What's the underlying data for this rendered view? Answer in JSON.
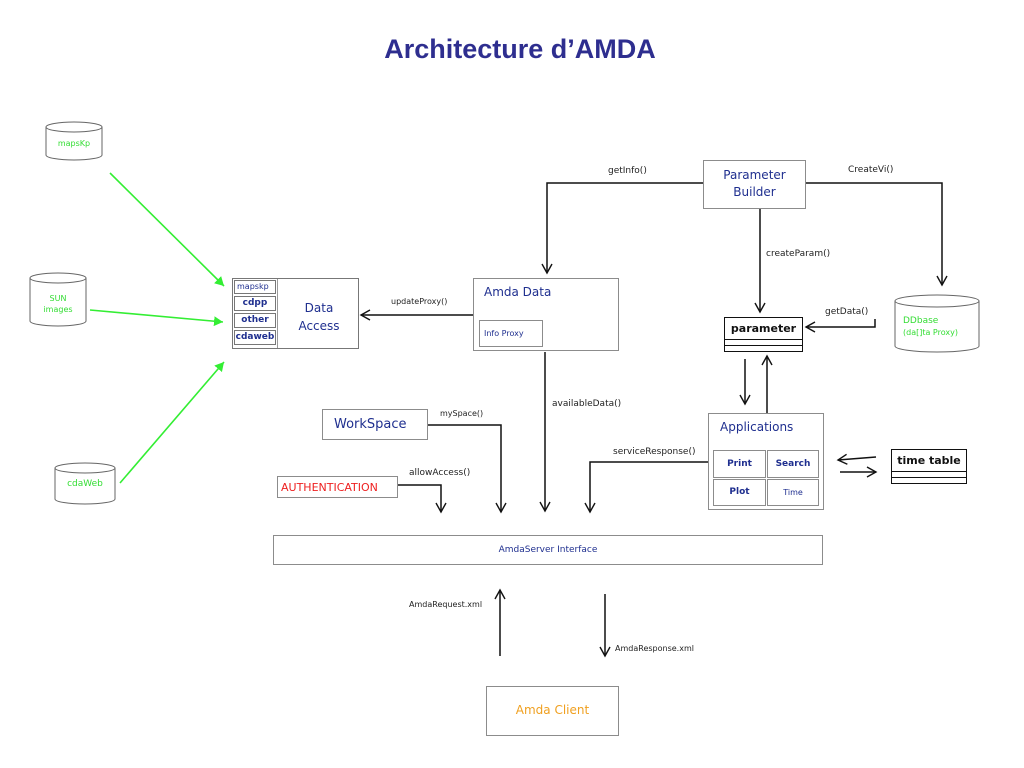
{
  "title": "Architecture d’AMDA",
  "sources": {
    "mapskp": "mapsKp",
    "sun_line1": "SUN",
    "sun_line2": "images",
    "cdaweb": "cdaWeb"
  },
  "data_access": {
    "items": [
      "mapskp",
      "cdpp",
      "other",
      "cdaweb"
    ],
    "label_line1": "Data",
    "label_line2": "Access"
  },
  "amda_data": {
    "label": "Amda Data",
    "info_proxy": "Info Proxy"
  },
  "parameter_builder": {
    "line1": "Parameter",
    "line2": "Builder"
  },
  "methods": {
    "get_info": "getInfo()",
    "create_vi": "CreateVi()",
    "create_param": "createParam()",
    "update_proxy": "updateProxy()",
    "get_data": "getData()",
    "available_data": "availableData()",
    "my_space": "mySpace()",
    "allow_access": "allowAccess()",
    "service_response": "serviceResponse()"
  },
  "ddbase": {
    "line1": "DDbase",
    "line2": "(da[]ta Proxy)"
  },
  "parameter": "parameter",
  "workspace": "WorkSpace",
  "authentication": "AUTHENTICATION",
  "applications": {
    "title": "Applications",
    "print": "Print",
    "search": "Search",
    "plot": "Plot",
    "time": "Time"
  },
  "time_table": "time table",
  "server_interface": "AmdaServer Interface",
  "request": "AmdaRequest.xml",
  "response": "AmdaResponse.xml",
  "client": "Amda Client",
  "colors": {
    "title": "#2e2e8f",
    "navy": "#1f2f8f",
    "green": "#33ee33",
    "red": "#ee2020",
    "orange": "#f0a020"
  }
}
